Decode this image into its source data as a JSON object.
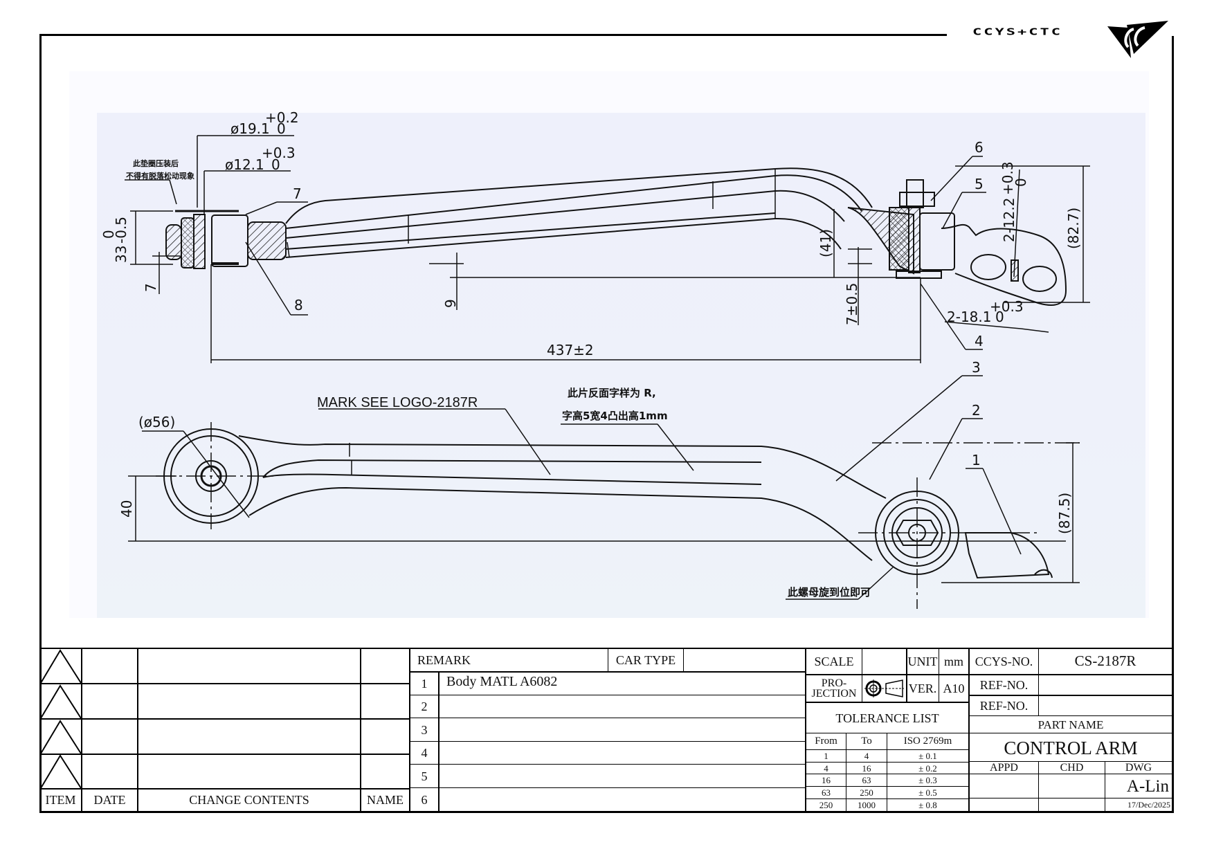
{
  "logo": {
    "text": "CCYS+CTC",
    "emblem": "ccys-emblem-icon"
  },
  "drawing": {
    "top_view": {
      "dims": {
        "d19": "ø19.1",
        "d19_tol_upper": "+0.2",
        "d19_tol_lower": "0",
        "d12": "ø12.1",
        "d12_tol_upper": "+0.3",
        "d12_tol_lower": "0",
        "h33": "33",
        "h33_tol_upper": "0",
        "h33_tol_lower": "-0.5",
        "d7": "7",
        "d9": "9",
        "length": "437±2",
        "d41": "(41)",
        "d7b": "7±0.5",
        "slot12": "2-12.2",
        "slot12_tol_upper": "+0.3",
        "slot12_tol_lower": "0",
        "slot18": "2-18.1",
        "slot18_tol_upper": "+0.3",
        "slot18_tol_lower": "0",
        "d82": "(82.7)"
      },
      "note_cn_line1": "此垫圈压装后",
      "note_cn_line2": "不得有脱落松动现象",
      "balloons": [
        "4",
        "5",
        "6",
        "7",
        "8"
      ]
    },
    "bottom_view": {
      "mark_note": "MARK SEE LOGO-2187R",
      "mark_cn_line1": "此片反面字样为 R,",
      "mark_cn_line2": "字高5宽4凸出高1mm",
      "nut_note_cn": "此螺母旋到位即可",
      "d56": "(ø56)",
      "d40": "40",
      "d87": "(87.5)",
      "balloons": [
        "1",
        "2",
        "3"
      ]
    }
  },
  "revision_table": {
    "headers": {
      "item": "ITEM",
      "date": "DATE",
      "change": "CHANGE CONTENTS",
      "name": "NAME"
    },
    "rows": [
      {
        "item": "",
        "date": "",
        "change": "",
        "name": ""
      },
      {
        "item": "",
        "date": "",
        "change": "",
        "name": ""
      },
      {
        "item": "",
        "date": "",
        "change": "",
        "name": ""
      },
      {
        "item": "",
        "date": "",
        "change": "",
        "name": ""
      }
    ]
  },
  "remarks": {
    "label": "REMARK",
    "car_type_label": "CAR TYPE",
    "car_type_value": "",
    "rows": [
      {
        "no": "1",
        "text": "Body MATL A6082"
      },
      {
        "no": "2",
        "text": ""
      },
      {
        "no": "3",
        "text": ""
      },
      {
        "no": "4",
        "text": ""
      },
      {
        "no": "5",
        "text": ""
      },
      {
        "no": "6",
        "text": ""
      }
    ]
  },
  "info": {
    "scale_label": "SCALE",
    "scale_value": "",
    "unit_label": "UNIT",
    "unit_value": "mm",
    "projection_label_1": "PRO-",
    "projection_label_2": "JECTION",
    "projection_symbol": "first-angle-projection-icon",
    "ver_label": "VER.",
    "ver_value": "A10"
  },
  "tolerance": {
    "title": "TOLERANCE LIST",
    "headers": {
      "from": "From",
      "to": "To",
      "std": "ISO 2769m"
    },
    "rows": [
      {
        "from": "1",
        "to": "4",
        "tol": "± 0.1"
      },
      {
        "from": "4",
        "to": "16",
        "tol": "± 0.2"
      },
      {
        "from": "16",
        "to": "63",
        "tol": "± 0.3"
      },
      {
        "from": "63",
        "to": "250",
        "tol": "± 0.5"
      },
      {
        "from": "250",
        "to": "1000",
        "tol": "± 0.8"
      }
    ]
  },
  "part": {
    "ccys_no_label": "CCYS-NO.",
    "ccys_no_value": "CS-2187R",
    "ref_no_label_1": "REF-NO.",
    "ref_no_value_1": "",
    "ref_no_label_2": "REF-NO.",
    "ref_no_value_2": "",
    "part_name_label": "PART NAME",
    "part_name_value": "CONTROL ARM",
    "appd_label": "APPD",
    "chd_label": "CHD",
    "dwg_label": "DWG",
    "appd_value": "",
    "chd_value": "",
    "dwg_value": "A-Lin",
    "date": "17/Dec/2025"
  }
}
